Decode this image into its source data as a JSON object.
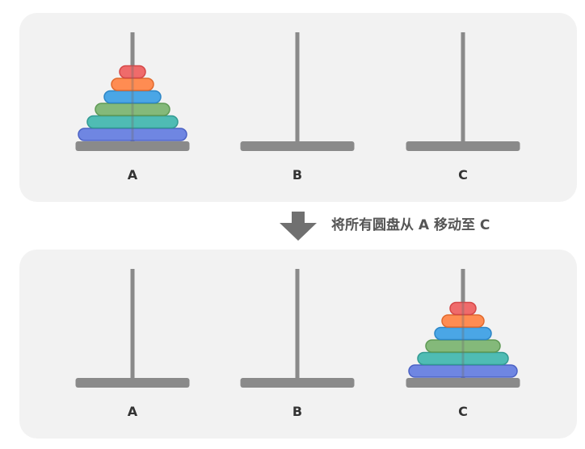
{
  "caption": "将所有圆盘从 A 移动至 C",
  "icons": {
    "arrow": "arrow-down-icon"
  },
  "colors": {
    "panel_background": "#f2f2f2",
    "peg": "#8a8a8a",
    "label": "#333333",
    "caption": "#555555",
    "arrow": "#707070"
  },
  "disk_colors": [
    {
      "fill": "#ef6b6b",
      "stroke": "#d44848"
    },
    {
      "fill": "#ff8c52",
      "stroke": "#e06a2e"
    },
    {
      "fill": "#4aa6e6",
      "stroke": "#2d86c6"
    },
    {
      "fill": "#84b97a",
      "stroke": "#5f9a55"
    },
    {
      "fill": "#4fbcb4",
      "stroke": "#329a92"
    },
    {
      "fill": "#6f86e2",
      "stroke": "#4c62c4"
    }
  ],
  "states": [
    {
      "name": "initial",
      "pegs": [
        {
          "label": "A",
          "disks": [
            6,
            5,
            4,
            3,
            2,
            1
          ]
        },
        {
          "label": "B",
          "disks": []
        },
        {
          "label": "C",
          "disks": []
        }
      ]
    },
    {
      "name": "final",
      "pegs": [
        {
          "label": "A",
          "disks": []
        },
        {
          "label": "B",
          "disks": []
        },
        {
          "label": "C",
          "disks": [
            6,
            5,
            4,
            3,
            2,
            1
          ]
        }
      ]
    }
  ]
}
